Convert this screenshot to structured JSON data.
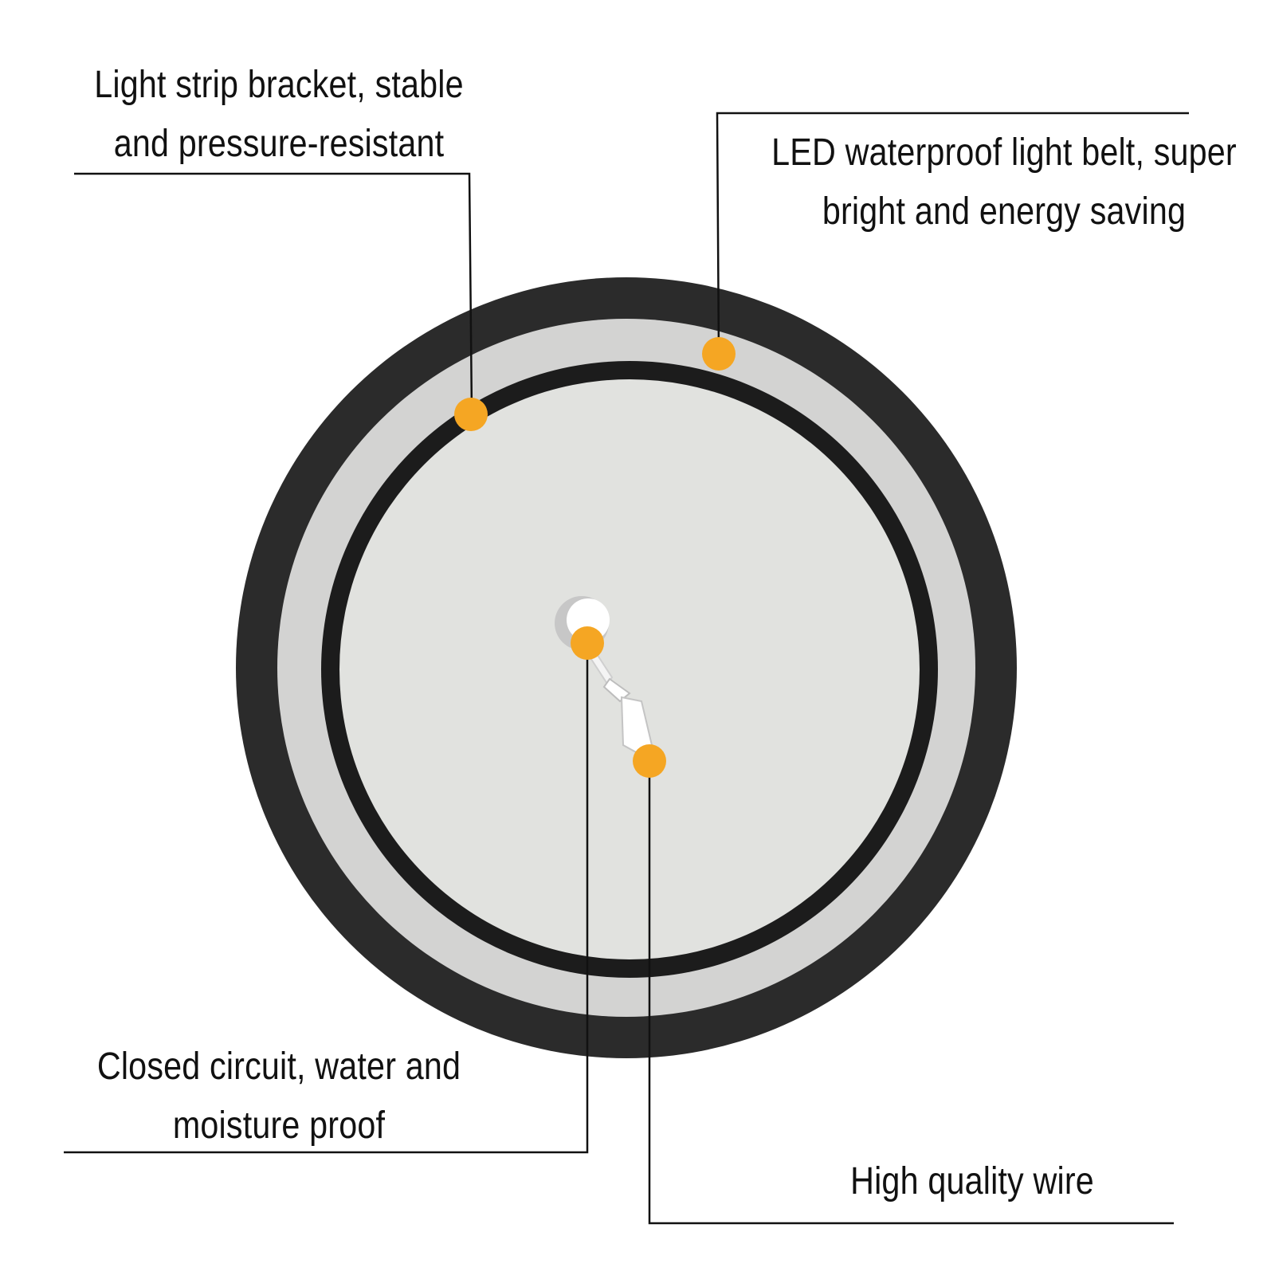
{
  "callouts": {
    "bracket": {
      "line1": "Light strip bracket, stable",
      "line2": "and pressure-resistant"
    },
    "belt": {
      "line1": "LED waterproof light belt, super",
      "line2": "bright and energy saving"
    },
    "circuit": {
      "line1": "Closed circuit, water and",
      "line2": "moisture proof"
    },
    "wire": {
      "line1": "High quality wire"
    }
  },
  "colors": {
    "outer_ring": "#2b2b2b",
    "light_band": "#d3d3d2",
    "inner_ring": "#1c1c1c",
    "face": "#e1e2df",
    "marker": "#f5a623",
    "leader": "#111111",
    "background": "#ffffff"
  }
}
